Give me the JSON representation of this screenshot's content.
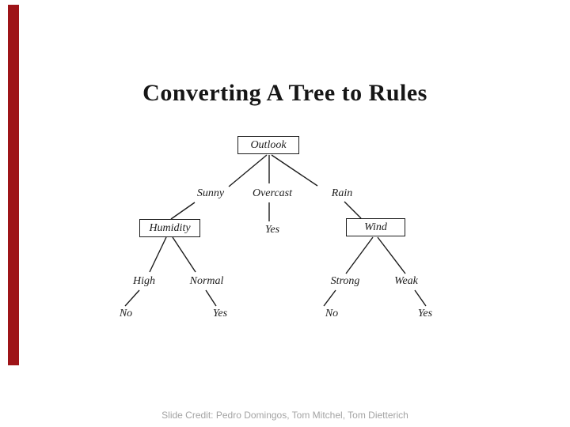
{
  "slide": {
    "title": "Converting A Tree to Rules",
    "credit": "Slide Credit: Pedro Domingos, Tom Mitchel, Tom Dietterich"
  },
  "colors": {
    "accent_bar": "#9e1418",
    "diagram_ink": "#1c1c1c",
    "credit_text": "#a3a3a3",
    "background": "#ffffff"
  },
  "tree": {
    "root_label": "Outlook",
    "branches": {
      "sunny": "Sunny",
      "overcast": "Overcast",
      "rain": "Rain",
      "high": "High",
      "normal": "Normal",
      "strong": "Strong",
      "weak": "Weak"
    },
    "nodes": {
      "humidity": "Humidity",
      "wind": "Wind"
    },
    "leaves": {
      "overcast": "Yes",
      "high": "No",
      "normal": "Yes",
      "strong": "No",
      "weak": "Yes"
    }
  }
}
